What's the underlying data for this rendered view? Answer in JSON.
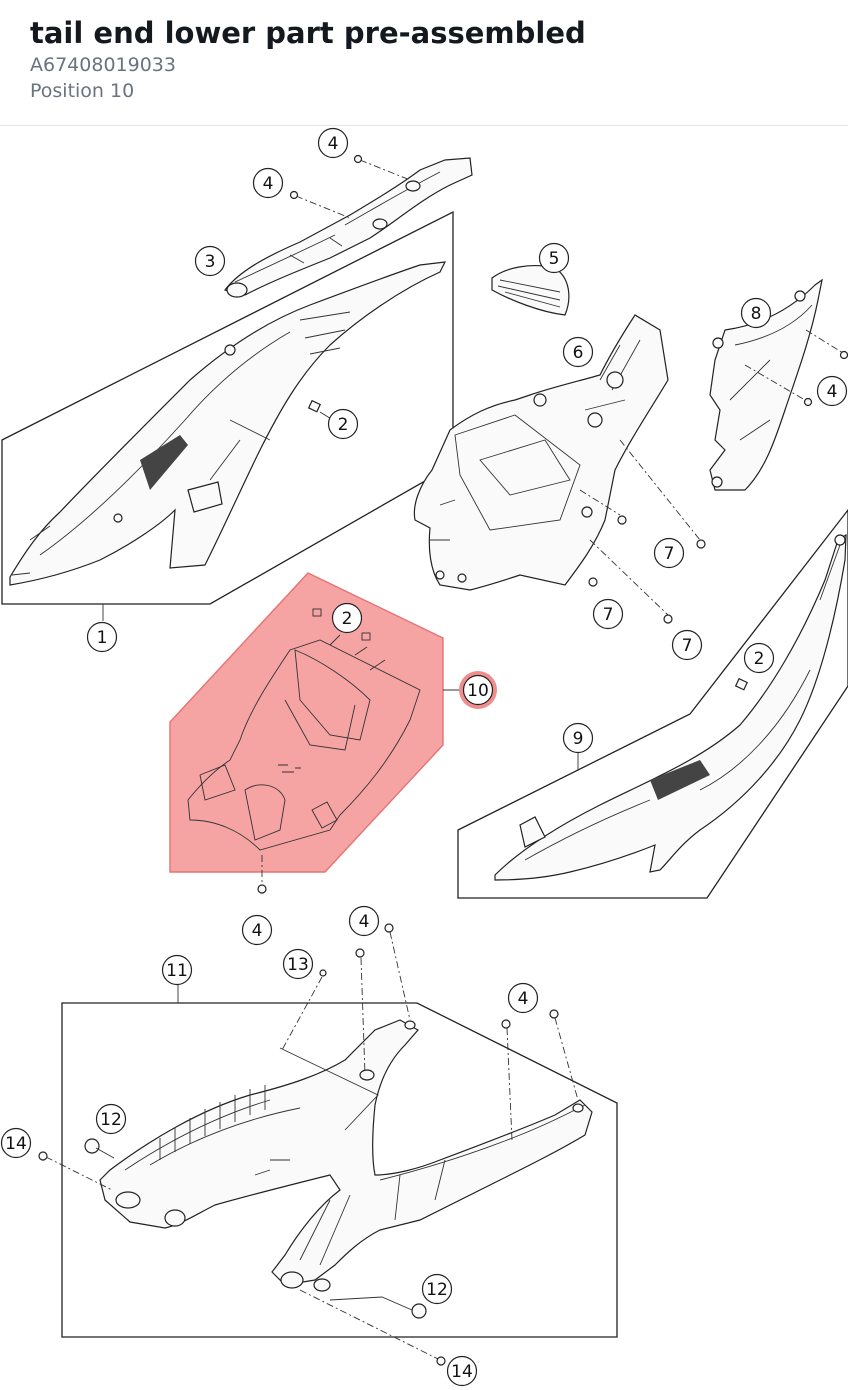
{
  "header": {
    "title": "tail end lower part pre-assembled",
    "part_number": "A67408019033",
    "position": "Position 10"
  },
  "colors": {
    "highlight_fill": "#f5a3a3",
    "highlight_stroke": "#e57373",
    "callout_highlight": "#f08c8c"
  },
  "callouts": {
    "c1": "1",
    "c2a": "2",
    "c2b": "2",
    "c2c": "2",
    "c3": "3",
    "c4a": "4",
    "c4b": "4",
    "c4c": "4",
    "c4d": "4",
    "c4e": "4",
    "c4f": "4",
    "c5": "5",
    "c6": "6",
    "c7a": "7",
    "c7b": "7",
    "c7c": "7",
    "c8": "8",
    "c9": "9",
    "c10": "10",
    "c11": "11",
    "c12a": "12",
    "c12b": "12",
    "c13": "13",
    "c14a": "14",
    "c14b": "14"
  },
  "selected_position": "10"
}
